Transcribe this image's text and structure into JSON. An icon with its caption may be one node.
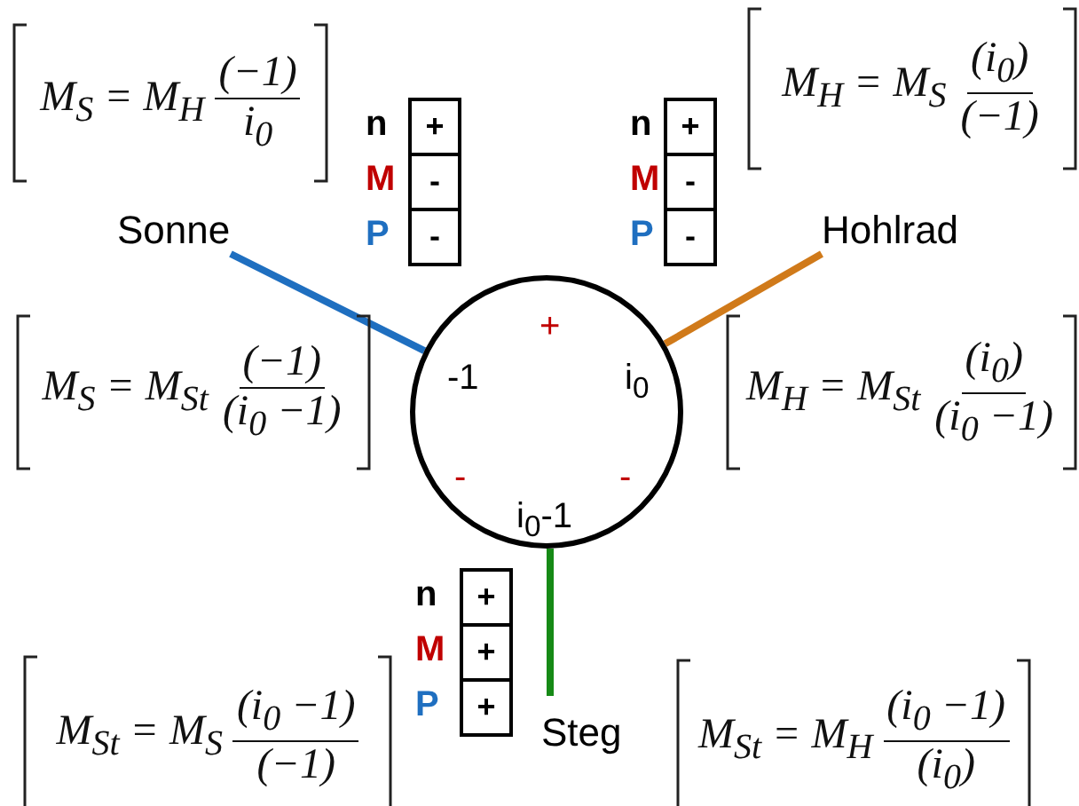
{
  "diagram": {
    "nodes": [
      {
        "text": [
          "Sonne"
        ]
      },
      {
        "text": [
          "Hohlrad"
        ]
      },
      {
        "text": [
          "+",
          "-1",
          "i$_{0}$",
          "-",
          "-",
          "i$_{0}$-1"
        ]
      },
      {
        "text": [
          "Steg"
        ]
      }
    ],
    "edges": [
      {
        "from": 0,
        "to": 2,
        "arrow": "none",
        "color": "#1f6fc0"
      },
      {
        "from": 1,
        "to": 2,
        "arrow": "none",
        "color": "#d07a1a"
      },
      {
        "from": 3,
        "to": 2,
        "arrow": "none",
        "color": "#168a16"
      }
    ],
    "labels": [
      "M$_{S}$ = M$_{H}$",
      "(−1)",
      "i$_{0}$",
      "M$_{H}$ = M$_{S}$",
      "(i$_{0}$)",
      "(−1)",
      "M$_{S}$ = M$_{St}$",
      "(−1)",
      "(i$_{0}$ −1)",
      "M$_{H}$ = M$_{St}$",
      "(i$_{0}$)",
      "(i$_{0}$ −1)",
      "M$_{St}$ = M$_{S}$",
      "(i$_{0}$ −1)",
      "(−1)",
      "M$_{St}$ = M$_{H}$",
      "(i$_{0}$ −1)",
      "(i$_{0}$)",
      "n",
      "+",
      "M",
      "-",
      "P",
      "-",
      "n",
      "+",
      "M",
      "-",
      "P",
      "-",
      "n",
      "+",
      "M",
      "+",
      "P",
      "+"
    ]
  }
}
